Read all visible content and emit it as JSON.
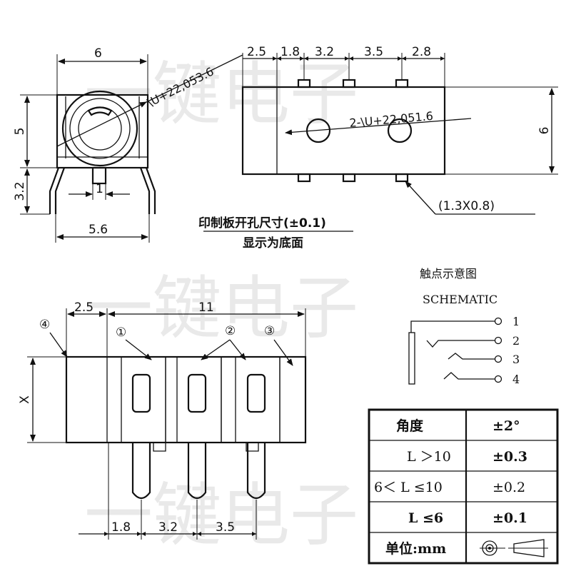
{
  "watermark": "一键电子",
  "front_view": {
    "width_dim": "6",
    "height_dim": "5",
    "lower_dim": "3.2",
    "pin_dim": "1",
    "bottom_dim": "5.6",
    "hole_callout": "\\U+22,053.6"
  },
  "side_view": {
    "dims_top": [
      "2.5",
      "1.8",
      "3.2",
      "3.5",
      "2.8"
    ],
    "height_dim": "6",
    "hole_callout": "2-\\U+22,051.6",
    "pad_callout": "(1.3X0.8)"
  },
  "notes": {
    "pcb_hole_size": "印制板开孔尺寸(±0.1)",
    "bottom_view": "显示为底面"
  },
  "bottom_view": {
    "dim_left": "2.5",
    "dim_total": "11",
    "dim_x": "X",
    "pin_labels": [
      "①",
      "②",
      "③",
      "④"
    ],
    "dims_bottom": [
      "1.8",
      "3.2",
      "3.5"
    ]
  },
  "schematic": {
    "title_cn": "触点示意图",
    "title_en": "SCHEMATIC",
    "pins": [
      "1",
      "2",
      "3",
      "4"
    ]
  },
  "tolerance_table": {
    "rows": [
      {
        "label": "角度",
        "value": "±2°"
      },
      {
        "label": "L ＞10",
        "value": "±0.3"
      },
      {
        "label": "6＜ L ≤10",
        "value": "±0.2"
      },
      {
        "label": "L ≤6",
        "value": "±0.1"
      },
      {
        "label": "单位:mm",
        "value": ""
      }
    ]
  }
}
